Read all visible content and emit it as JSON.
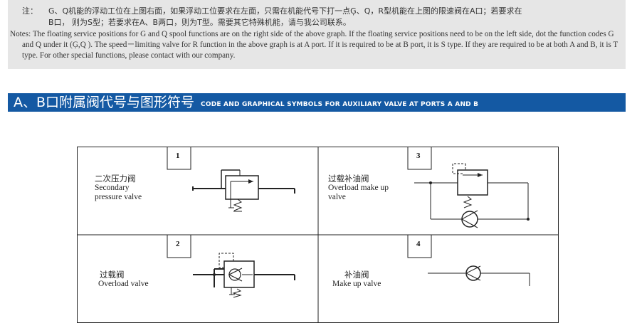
{
  "notes": {
    "cn_label": "注：",
    "cn_line1": "G、Q机能的浮动工位在上图右面，如果浮动工位要求在左面，只需在机能代号下打一点Ģ、Q，R型机能在上图的限速阀在A口；若要求在",
    "cn_line2": "B口，  则为S型；若要求在A、B两口，则为T型。需要其它特殊机能，请与我公司联系。",
    "en_label": "Notes:",
    "en_text": "The floating service positions for G and Q spool functions are on the right side of the above graph. If the floating service positions need to be on the left side, dot the function codes G and Q under it (Ģ,Q ). The speed－limiting valve for R function in the above graph is at A port. If it is required to be at B port, it is S type. If they are required to be at both A and B, it is T type. For other special functions, please contact with our company."
  },
  "section": {
    "title_cn": "A、B口附属阀代号与图形符号",
    "title_en": "CODE AND GRAPHICAL SYMBOLS FOR AUXILIARY VALVE AT PORTS A AND B"
  },
  "cells": [
    {
      "number": "1",
      "name_cn": "二次压力阀",
      "name_en_lines": [
        "Secondary",
        "pressure valve"
      ]
    },
    {
      "number": "3",
      "name_cn": "过载补油阀",
      "name_en_lines": [
        "Overload make up",
        "valve"
      ]
    },
    {
      "number": "2",
      "name_cn": "过载阀",
      "name_en_lines": [
        "Overload valve"
      ]
    },
    {
      "number": "4",
      "name_cn": "补油阀",
      "name_en_lines": [
        "Make up valve"
      ]
    }
  ],
  "colors": {
    "banner": "#1459a3",
    "notes_bg": "#e6e6e6",
    "line": "#222222"
  }
}
